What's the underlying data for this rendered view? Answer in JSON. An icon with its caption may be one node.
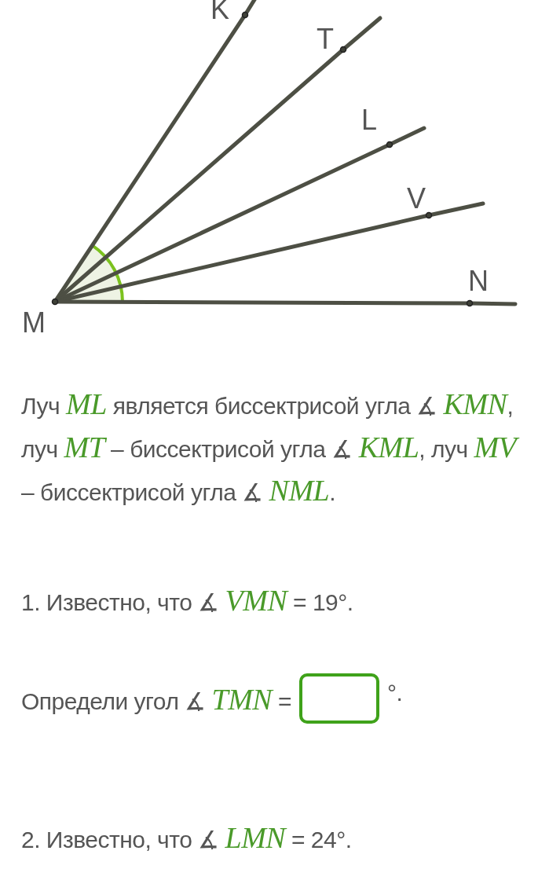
{
  "diagram": {
    "nodes": [
      {
        "text": [
          "M"
        ]
      },
      {
        "text": [
          "K"
        ]
      },
      {
        "text": [
          "T"
        ]
      },
      {
        "text": [
          "L"
        ]
      },
      {
        "text": [
          "V"
        ]
      },
      {
        "text": [
          "N"
        ]
      }
    ],
    "edges": [
      {
        "from": 0,
        "to": 1,
        "arrow": "none"
      },
      {
        "from": 0,
        "to": 2,
        "arrow": "none"
      },
      {
        "from": 0,
        "to": 3,
        "arrow": "none"
      },
      {
        "from": 0,
        "to": 4,
        "arrow": "none"
      },
      {
        "from": 0,
        "to": 5,
        "arrow": "none"
      }
    ],
    "labels": [
      "Луч *ML* является биссектрисой угла ∡ *KMN*, луч *MT* – биссектрисой угла ∡ *KML*, луч *MV* – биссектрисой угла ∡ *NML*.",
      "1. Известно, что ∡ *VMN* = 19°.",
      "Определи угол ∡ *TMN* =",
      "°.",
      "2. Известно, что ∡ *LMN* = 24°."
    ]
  }
}
